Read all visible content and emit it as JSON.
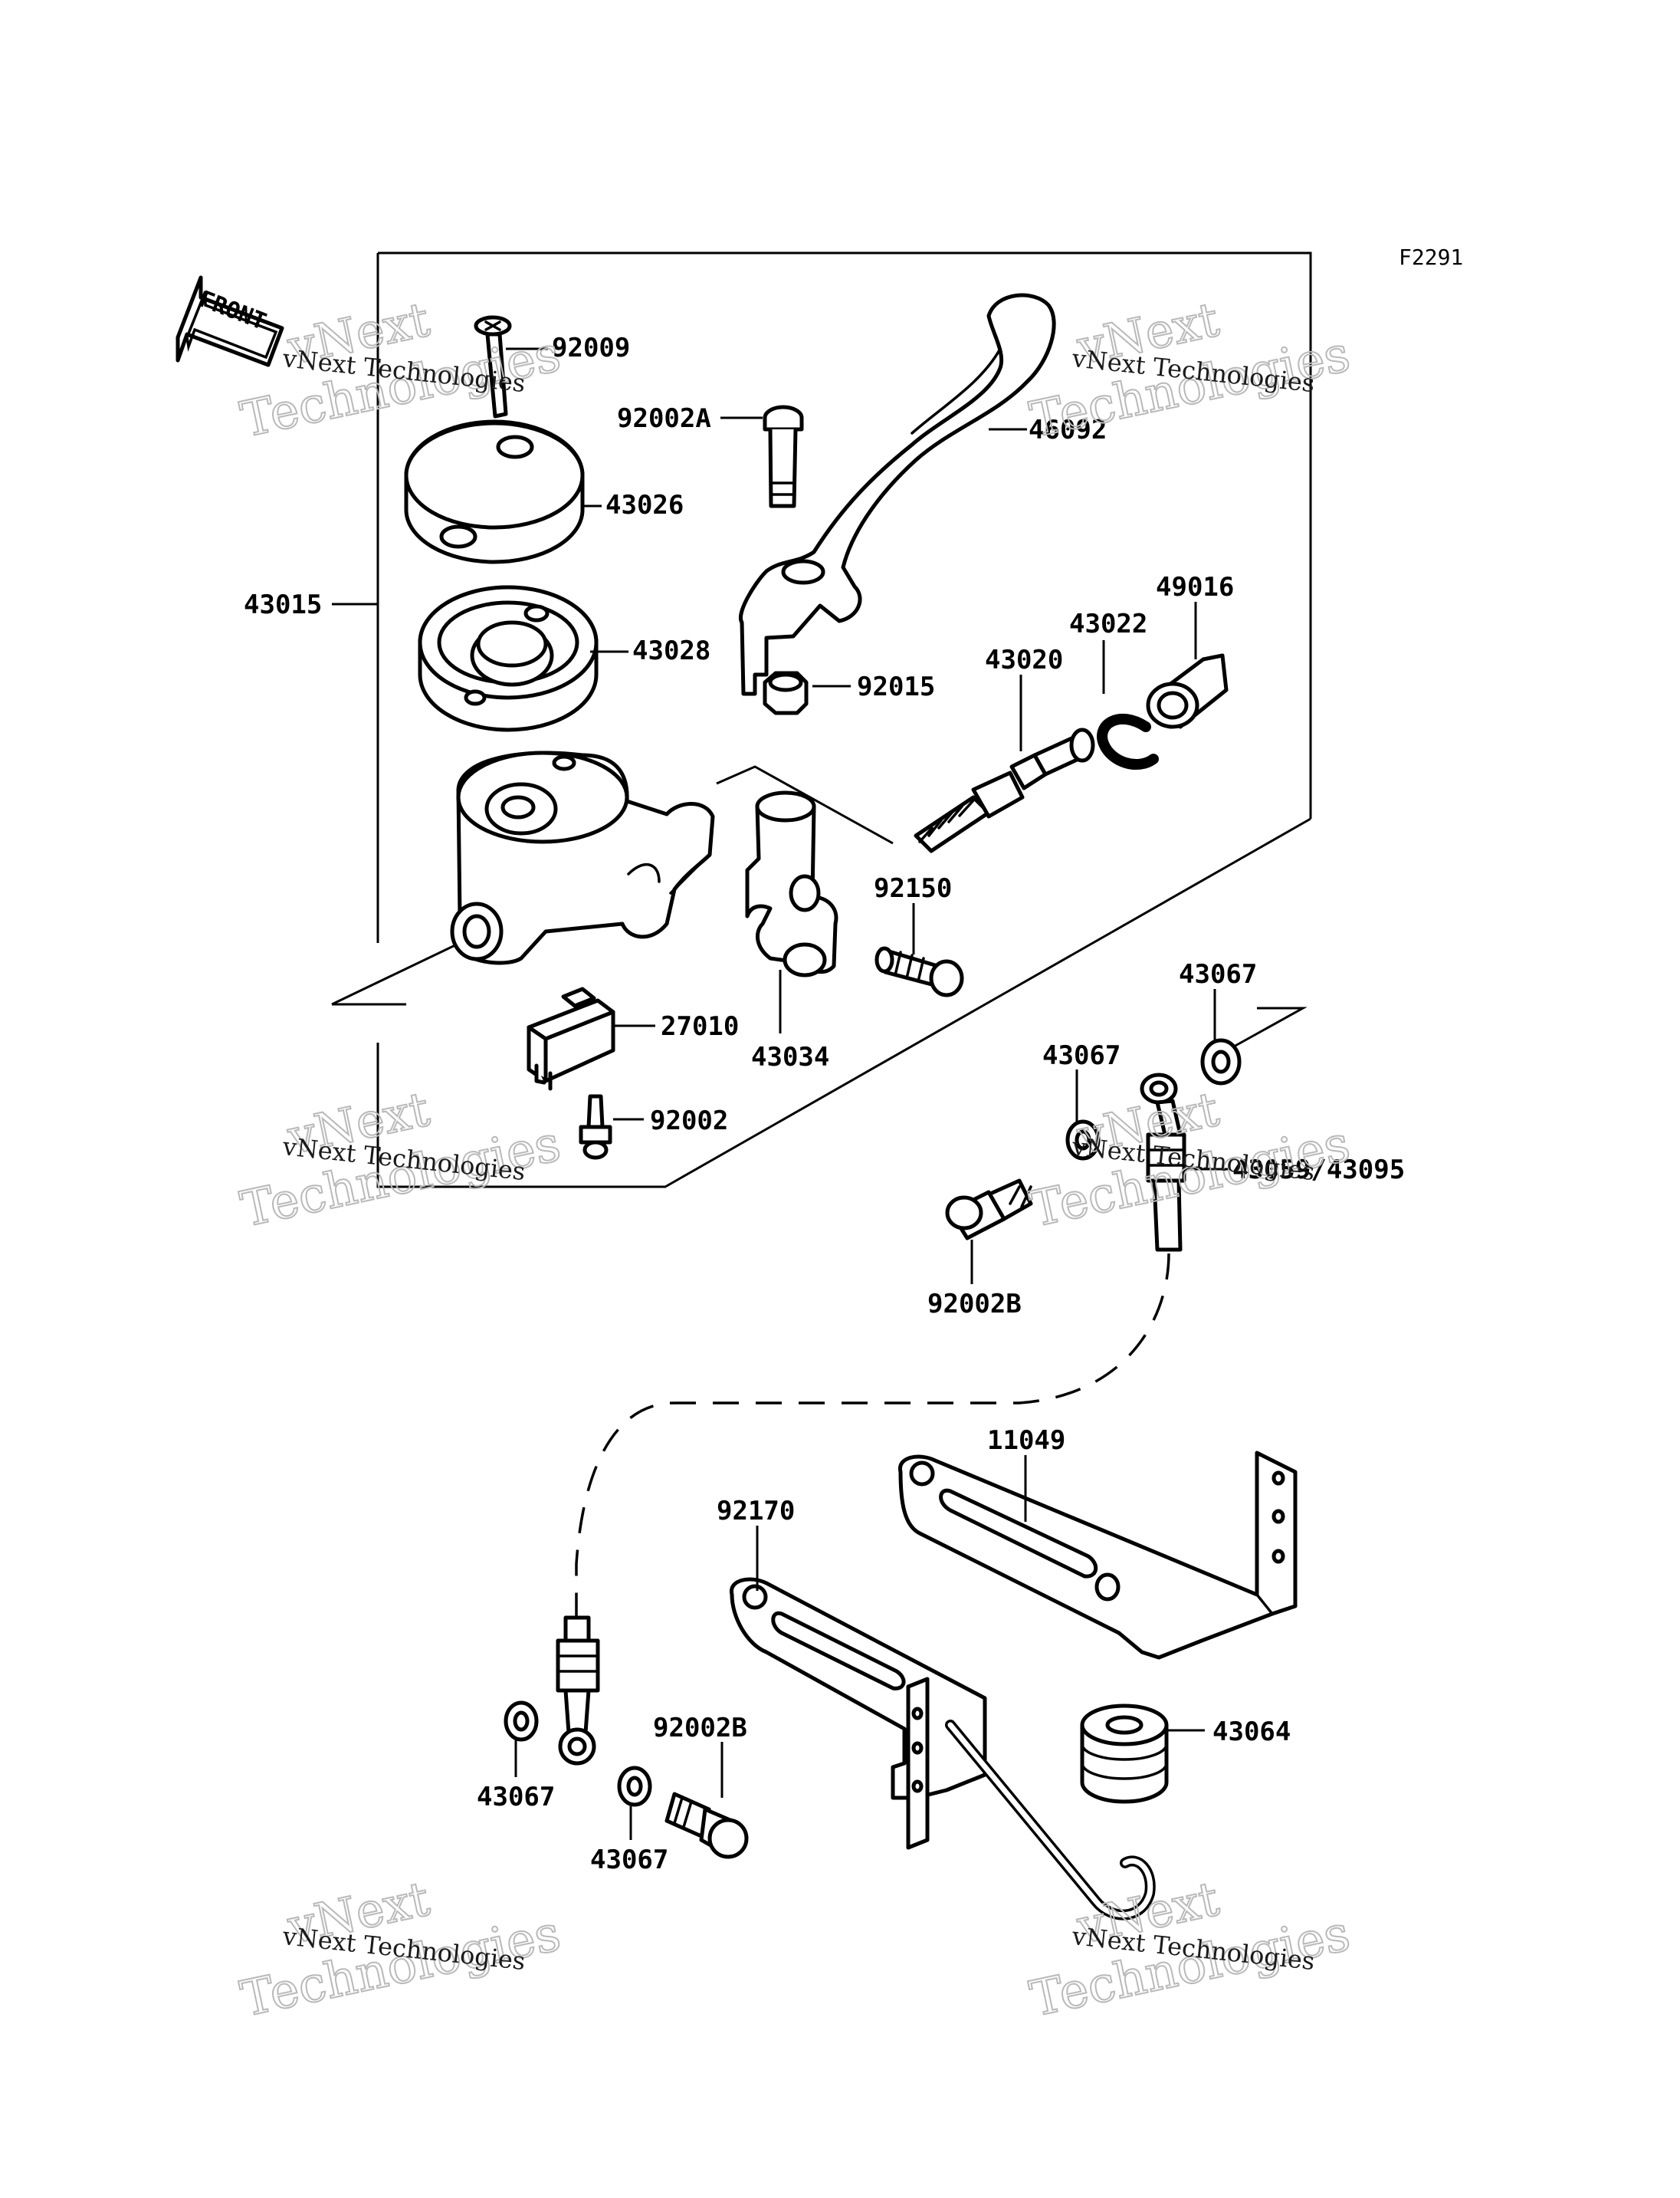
{
  "figure_code": "F2291",
  "front_label": "FRONT",
  "watermark": {
    "line1": "vNext",
    "line2": "Technologies",
    "small": "vNext Technologies"
  },
  "labels": {
    "p92009": "92009",
    "p92002A": "92002A",
    "p46092": "46092",
    "p43026": "43026",
    "p43015": "43015",
    "p43028": "43028",
    "p92015": "92015",
    "p43020": "43020",
    "p43022": "43022",
    "p49016": "49016",
    "p92150": "92150",
    "p43034": "43034",
    "p27010": "27010",
    "p92002": "92002",
    "p43067_a": "43067",
    "p43067_b": "43067",
    "p43059": "43059/43095",
    "p92002B_a": "92002B",
    "p11049": "11049",
    "p92170": "92170",
    "p43064": "43064",
    "p92002B_b": "92002B",
    "p43067_c": "43067",
    "p43067_d": "43067"
  }
}
